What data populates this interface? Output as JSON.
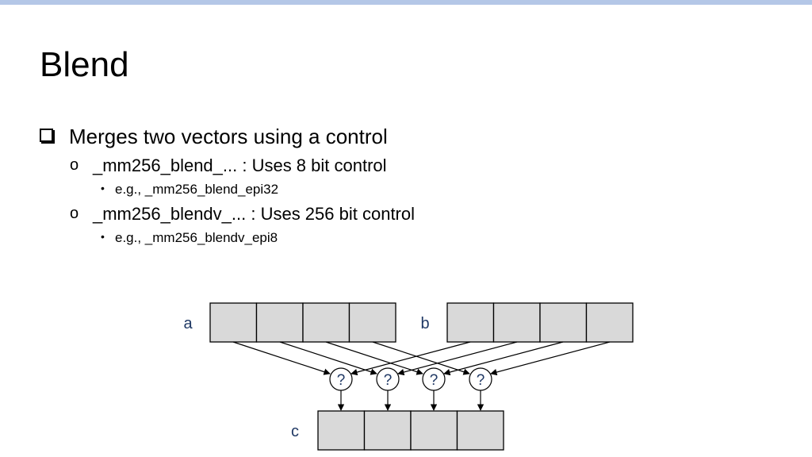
{
  "slide": {
    "title": "Blend",
    "bullets": {
      "main": "Merges two vectors using a control",
      "blend": "_mm256_blend_... : Uses 8 bit control",
      "blend_example": "e.g., _mm256_blend_epi32",
      "blendv": "_mm256_blendv_... : Uses 256 bit control",
      "blendv_example": "e.g., _mm256_blendv_epi8"
    },
    "bullet_marker_sub": "o",
    "bullet_marker_dot": "•"
  },
  "diagram": {
    "label_a": "a",
    "label_b": "b",
    "label_c": "c",
    "selector_label": "?",
    "cell_fill": "#d9d9d9",
    "label_color": "#1f3864"
  }
}
